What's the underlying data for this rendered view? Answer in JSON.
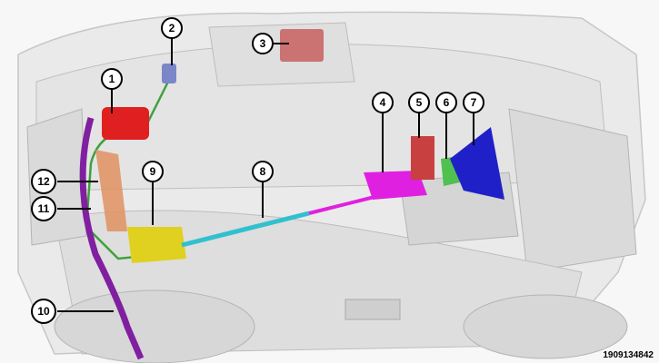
{
  "callouts": [
    {
      "id": "callout-1",
      "label": "1",
      "component": "red-component-left"
    },
    {
      "id": "callout-2",
      "label": "2",
      "component": "blue-sensor-top"
    },
    {
      "id": "callout-3",
      "label": "3",
      "component": "red-module-top"
    },
    {
      "id": "callout-4",
      "label": "4",
      "component": "magenta-bracket"
    },
    {
      "id": "callout-5",
      "label": "5",
      "component": "red-module-center"
    },
    {
      "id": "callout-6",
      "label": "6",
      "component": "green-component"
    },
    {
      "id": "callout-7",
      "label": "7",
      "component": "blue-steering-column"
    },
    {
      "id": "callout-8",
      "label": "8",
      "component": "cyan-shaft"
    },
    {
      "id": "callout-9",
      "label": "9",
      "component": "yellow-gear"
    },
    {
      "id": "callout-10",
      "label": "10",
      "component": "purple-hose"
    },
    {
      "id": "callout-11",
      "label": "11",
      "component": "purple-line"
    },
    {
      "id": "callout-12",
      "label": "12",
      "component": "orange-cooler"
    }
  ],
  "figure_id": "1909134842",
  "colors": {
    "callout_fill": "#ffffff",
    "callout_stroke": "#000000",
    "red": "#e02020",
    "magenta": "#e020e0",
    "blue": "#2020c8",
    "green": "#40a040",
    "cyan": "#30c0d0",
    "yellow": "#e0d020",
    "purple": "#8020a0",
    "orange": "#e09060",
    "ghost": "#c8c8c8"
  }
}
